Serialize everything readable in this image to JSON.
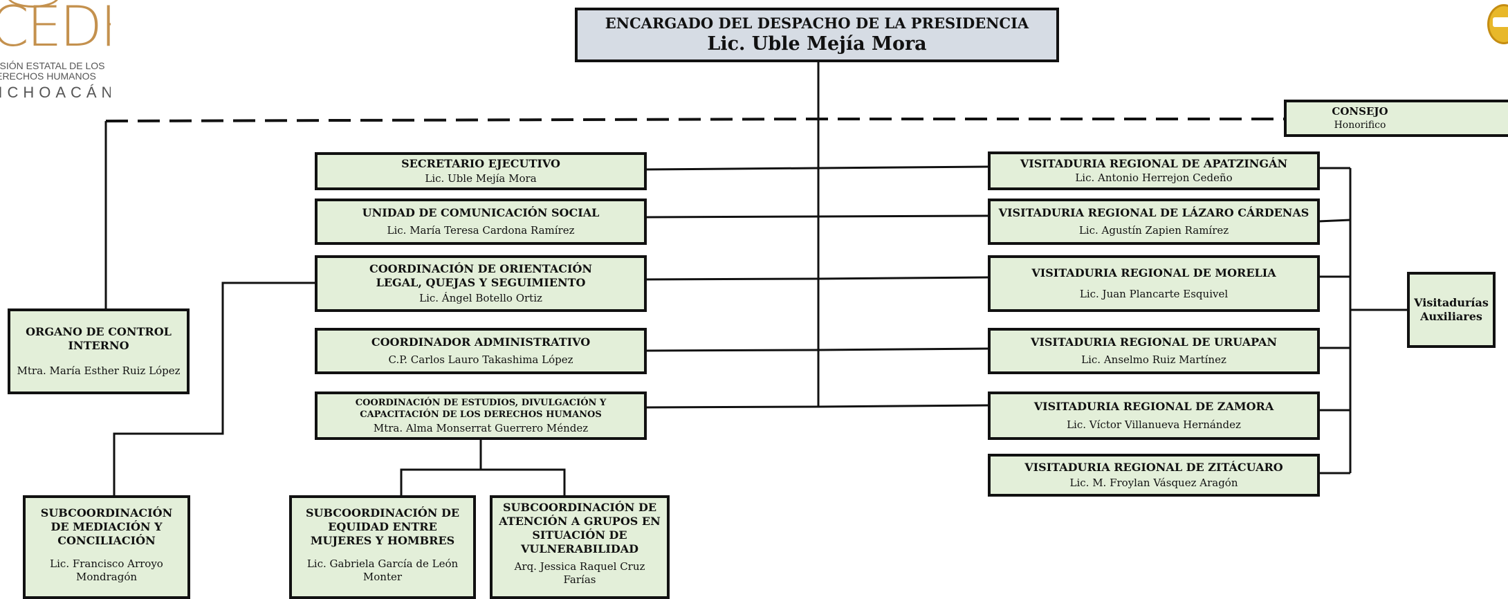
{
  "logo": {
    "name": "CEDH",
    "line1": "MISIÓN ESTATAL DE LOS",
    "line2": "DERECHOS HUMANOS",
    "line3": "MICHOACÁN"
  },
  "head": {
    "title": "ENCARGADO DEL DESPACHO DE LA PRESIDENCIA",
    "name": "Lic. Uble Mejía Mora"
  },
  "consejo": {
    "title": "CONSEJO",
    "name": "Honorifico"
  },
  "left_units": [
    {
      "title": "SECRETARIO EJECUTIVO",
      "name": "Lic. Uble Mejía Mora"
    },
    {
      "title": "UNIDAD DE COMUNICACIÓN SOCIAL",
      "name": "Lic. María Teresa Cardona Ramírez"
    },
    {
      "title": "COORDINACIÓN DE ORIENTACIÓN LEGAL, QUEJAS Y SEGUIMIENTO",
      "name": "Lic. Ángel Botello Ortiz"
    },
    {
      "title": "COORDINADOR ADMINISTRATIVO",
      "name": "C.P. Carlos Lauro Takashima López"
    },
    {
      "title": "COORDINACIÓN DE ESTUDIOS, DIVULGACIÓN Y CAPACITACIÓN DE LOS DERECHOS HUMANOS",
      "name": "Mtra. Alma Monserrat Guerrero Méndez"
    }
  ],
  "control": {
    "title": "ORGANO DE CONTROL INTERNO",
    "name": "Mtra. María Esther Ruiz López"
  },
  "regional": [
    {
      "title": "VISITADURIA REGIONAL DE APATZINGÁN",
      "name": "Lic. Antonio Herrejon Cedeño"
    },
    {
      "title": "VISITADURIA REGIONAL DE LÁZARO CÁRDENAS",
      "name": "Lic. Agustín Zapien Ramírez"
    },
    {
      "title": "VISITADURIA REGIONAL DE MORELIA",
      "name": "Lic. Juan Plancarte Esquivel"
    },
    {
      "title": "VISITADURIA REGIONAL DE URUAPAN",
      "name": "Lic. Anselmo Ruiz Martínez"
    },
    {
      "title": "VISITADURIA REGIONAL DE ZAMORA",
      "name": "Lic. Víctor Villanueva Hernández"
    },
    {
      "title": "VISITADURIA REGIONAL DE ZITÁCUARO",
      "name": "Lic. M. Froylan Vásquez Aragón"
    }
  ],
  "auxiliares": {
    "title": "Visitadurías Auxiliares"
  },
  "subcoord": [
    {
      "title": "SUBCOORDINACIÓN DE MEDIACIÓN Y CONCILIACIÓN",
      "name": "Lic. Francisco Arroyo Mondragón"
    },
    {
      "title": "SUBCOORDINACIÓN DE EQUIDAD ENTRE MUJERES Y HOMBRES",
      "name": "Lic. Gabriela García de León Monter"
    },
    {
      "title": "SUBCOORDINACIÓN DE ATENCIÓN A GRUPOS EN SITUACIÓN DE VULNERABILIDAD",
      "name": "Arq. Jessica Raquel Cruz Farías"
    }
  ],
  "colors": {
    "box_fill": "#e3efd9",
    "head_fill": "#d6dce4",
    "brand": "#c4914e"
  }
}
